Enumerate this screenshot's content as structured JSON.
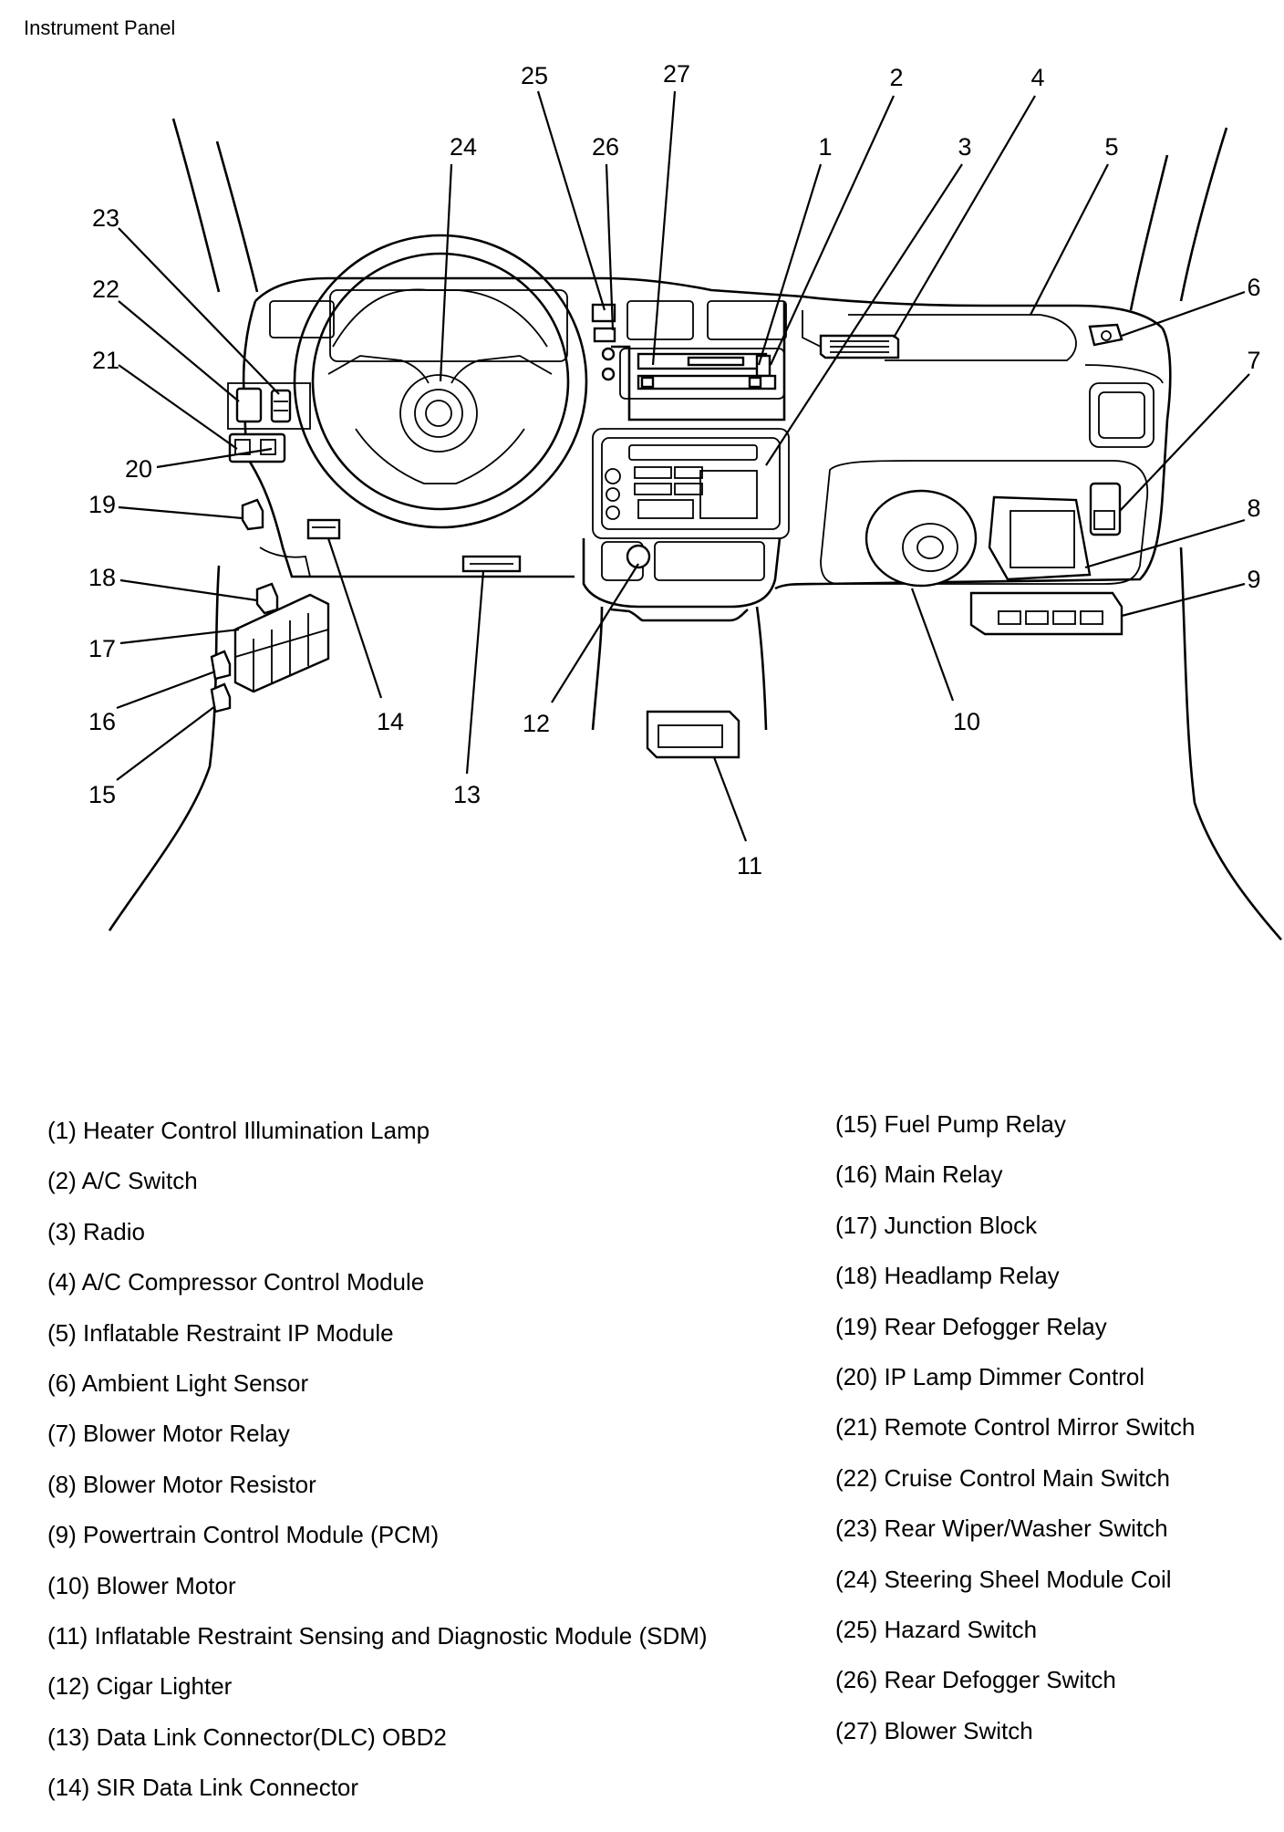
{
  "page": {
    "title": "Instrument Panel"
  },
  "callouts": [
    "1",
    "2",
    "3",
    "4",
    "5",
    "6",
    "7",
    "8",
    "9",
    "10",
    "11",
    "12",
    "13",
    "14",
    "15",
    "16",
    "17",
    "18",
    "19",
    "20",
    "21",
    "22",
    "23",
    "24",
    "25",
    "26",
    "27"
  ],
  "legend": {
    "left": [
      "(1) Heater Control Illumination Lamp",
      "(2) A/C Switch",
      "(3) Radio",
      "(4) A/C Compressor Control Module",
      "(5) Inflatable Restraint IP Module",
      "(6) Ambient Light Sensor",
      "(7) Blower Motor Relay",
      "(8) Blower Motor Resistor",
      "(9) Powertrain Control Module (PCM)",
      "(10) Blower Motor",
      "(11) Inflatable Restraint Sensing and Diagnostic Module (SDM)",
      "(12) Cigar Lighter",
      "(13) Data Link Connector(DLC) OBD2",
      "(14) SIR Data Link Connector"
    ],
    "right": [
      "(15) Fuel Pump Relay",
      "(16) Main Relay",
      "(17) Junction Block",
      "(18) Headlamp Relay",
      "(19) Rear Defogger Relay",
      "(20) IP Lamp Dimmer Control",
      "(21) Remote Control Mirror Switch",
      "(22) Cruise Control Main Switch",
      "(23) Rear Wiper/Washer Switch",
      "(24) Steering Sheel Module Coil",
      "(25) Hazard Switch",
      "(26) Rear Defogger Switch",
      "(27) Blower Switch"
    ]
  }
}
